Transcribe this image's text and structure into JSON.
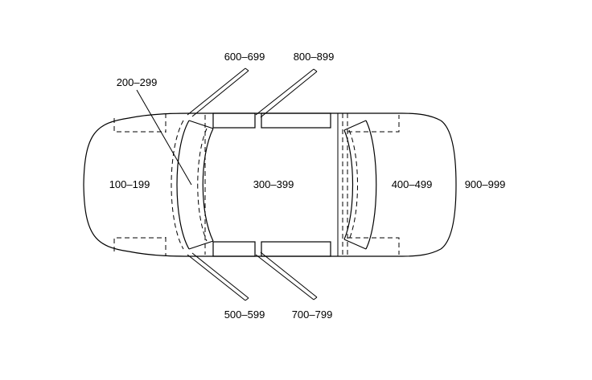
{
  "zones": {
    "z100": "100–199",
    "z200": "200–299",
    "z300": "300–399",
    "z400": "400–499",
    "z500": "500–599",
    "z600": "600–699",
    "z700": "700–799",
    "z800": "800–899",
    "z900": "900–999"
  }
}
